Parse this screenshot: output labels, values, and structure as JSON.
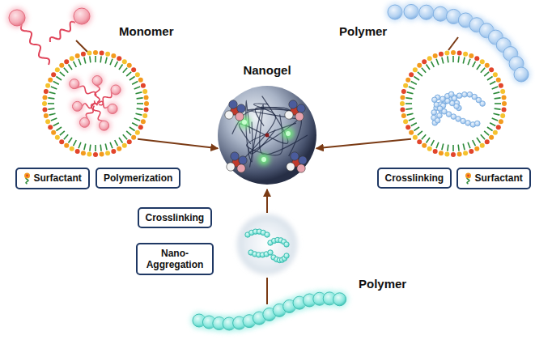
{
  "diagram": {
    "nodes": [
      {
        "text": [
          "Monomer"
        ]
      },
      {
        "text": [
          "Polymer"
        ]
      },
      {
        "text": [
          "Nanogel"
        ]
      },
      {
        "text": [
          "Surfactant"
        ]
      },
      {
        "text": [
          "Polymerization"
        ]
      },
      {
        "text": [
          "Crosslinking"
        ]
      },
      {
        "text": [
          "Surfactant"
        ]
      },
      {
        "text": [
          "Crosslinking"
        ]
      },
      {
        "text": [
          "Nano-Aggregation"
        ]
      }
    ],
    "edges": [
      {
        "from": 0,
        "to": 2,
        "arrow": "to"
      },
      {
        "from": 1,
        "to": 2,
        "arrow": "to"
      }
    ],
    "labels": [
      "Polymer"
    ]
  }
}
